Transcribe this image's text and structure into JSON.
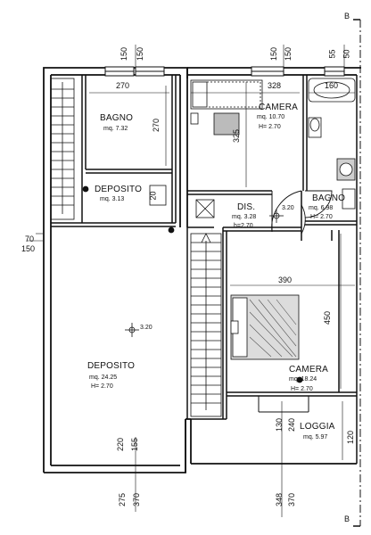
{
  "section_marker": {
    "top": "B",
    "bottom": "B"
  },
  "rooms": {
    "bagno_left": {
      "name": "BAGNO",
      "area": "mq. 7.32"
    },
    "deposito_small": {
      "name": "DEPOSITO",
      "area": "mq. 3.13"
    },
    "camera_top": {
      "name": "CAMERA",
      "area": "mq. 10.70",
      "height": "H= 2.70"
    },
    "bagno_right": {
      "name": "BAGNO",
      "area": "mq. 6.98",
      "height": "H= 2.70"
    },
    "dis": {
      "name": "DIS.",
      "area": "mq. 3.28",
      "height": "h=2.70"
    },
    "deposito_large": {
      "name": "DEPOSITO",
      "area": "mq. 24.25",
      "height": "H= 2.70"
    },
    "camera_bottom": {
      "name": "CAMERA",
      "area": "mq. 18.24",
      "height": "H= 2.70"
    },
    "loggia": {
      "name": "LOGGIA",
      "area": "mq. 5.97"
    }
  },
  "elevations": {
    "deposito_large": "3.20",
    "dis": "3.20"
  },
  "dimensions": {
    "top_150_a": "150",
    "top_150_b": "150",
    "top_55": "55",
    "top_50": "50",
    "bagno_width": "270",
    "bagno_depth": "270",
    "camera_width": "328",
    "camera_depth": "325",
    "bagno_right_width": "160",
    "deposito_20": "20",
    "left_70": "70",
    "left_150": "150",
    "camera_bottom_width": "390",
    "camera_bottom_depth": "450",
    "bottom_220": "220",
    "bottom_155": "155",
    "bottom_275": "275",
    "bottom_370_a": "370",
    "loggia_130": "130",
    "loggia_240": "240",
    "loggia_120": "120",
    "bottom_348": "348",
    "bottom_370_b": "370"
  }
}
